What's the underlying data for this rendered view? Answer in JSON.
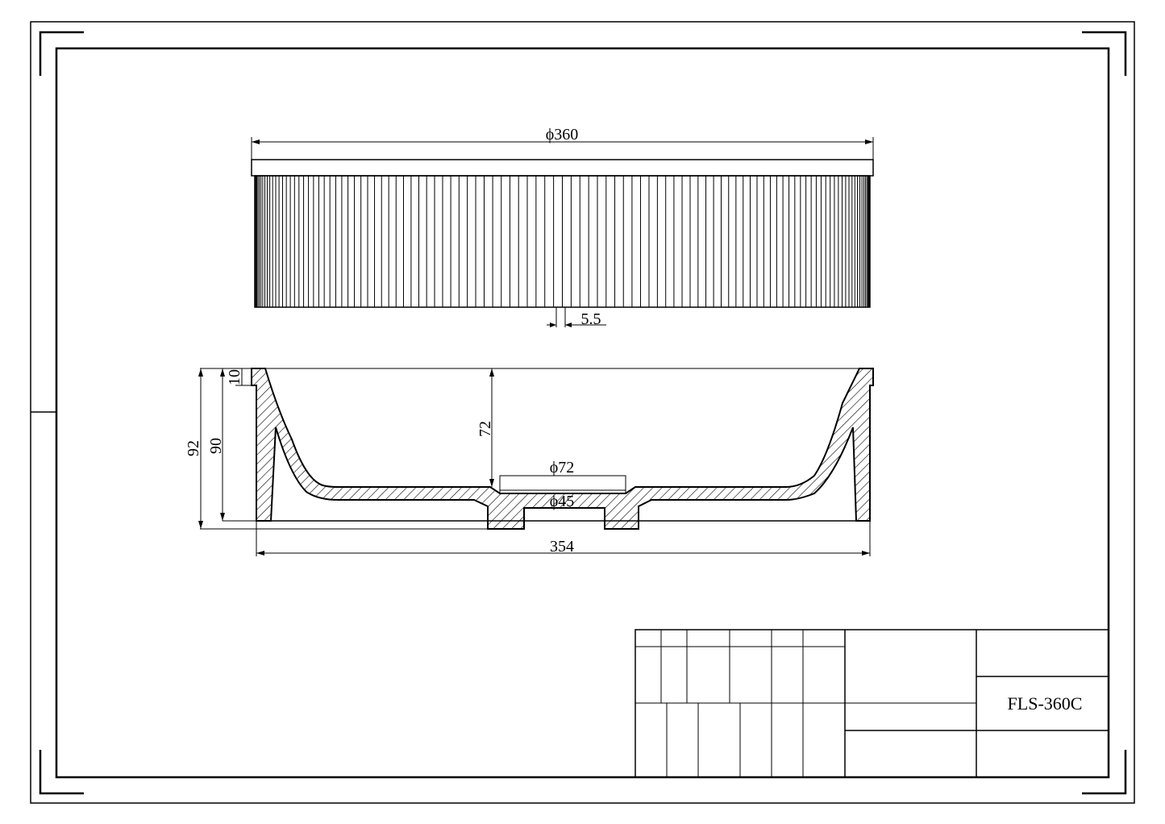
{
  "dimensions": {
    "top_diameter": "ϕ360",
    "rib_pitch": "5.5",
    "height_outer": "92",
    "height_inner": "90",
    "rim_height": "10",
    "bowl_depth": "72",
    "drain_outer_diameter": "ϕ72",
    "drain_inner_diameter": "ϕ45",
    "base_width": "354"
  },
  "title_block": {
    "model_code": "FLS-360C"
  }
}
